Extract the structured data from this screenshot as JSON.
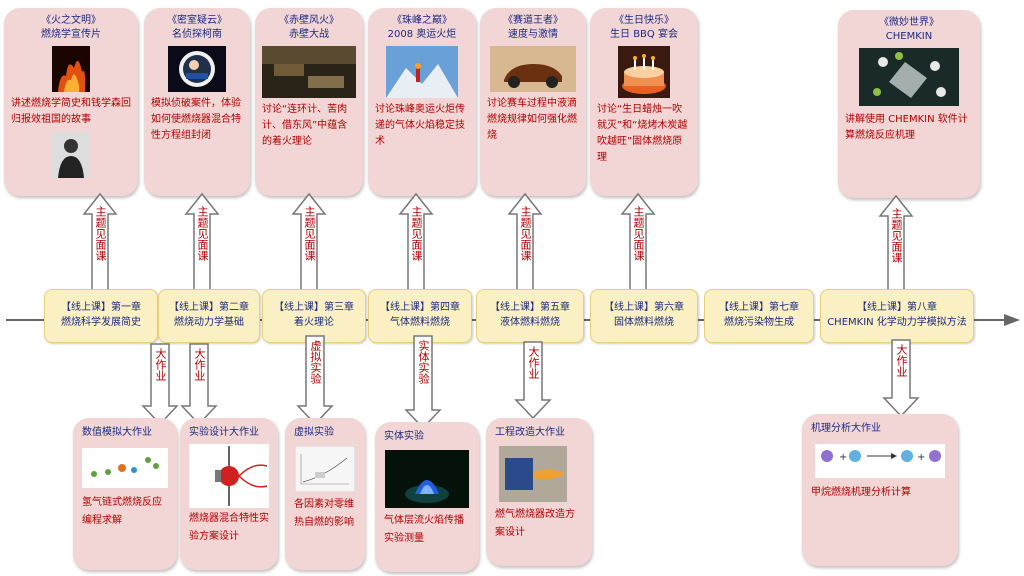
{
  "top_boxes": [
    {
      "title": "《火之文明》",
      "subtitle": "燃烧学宣传片",
      "desc": "讲述燃烧学简史和钱学森回归报效祖国的故事",
      "thumb": "fire-image"
    },
    {
      "title": "《密室疑云》",
      "subtitle": "名侦探柯南",
      "desc": "模拟侦破案件，体验如何使燃烧器混合特性方程组封闭",
      "thumb": "detective-image"
    },
    {
      "title": "《赤壁风火》",
      "subtitle": "赤壁大战",
      "desc": "讨论“连环计、苦肉计、借东风”中蕴含的着火理论",
      "thumb": "battle-image"
    },
    {
      "title": "《珠峰之巅》",
      "subtitle": "2008 奥运火炬",
      "desc": "讨论珠峰奥运火炬传递的气体火焰稳定技术",
      "thumb": "torch-image"
    },
    {
      "title": "《赛道王者》",
      "subtitle": "速度与激情",
      "desc": "讨论赛车过程中液滴燃烧规律如何强化燃烧",
      "thumb": "racecar-image"
    },
    {
      "title": "《生日快乐》",
      "subtitle": "生日 BBQ 宴会",
      "desc": "讨论“生日蜡烛一吹就灭”和“烧烤木炭越吹越旺”固体燃烧原理",
      "thumb": "cake-image"
    },
    {
      "title": "《微妙世界》",
      "subtitle": "CHEMKIN",
      "desc": "讲解使用 CHEMKIN 软件计算燃烧反应机理",
      "thumb": "molecule-image"
    }
  ],
  "up_arrow_label": "主题见面课",
  "down_arrow_label": "大作业",
  "virtual_arrow_label": "虚拟实验",
  "real_arrow_label": "实体实验",
  "chapters": [
    {
      "line1": "【线上课】第一章",
      "line2": "燃烧科学发展简史"
    },
    {
      "line1": "【线上课】第二章",
      "line2": "燃烧动力学基础"
    },
    {
      "line1": "【线上课】第三章",
      "line2": "着火理论"
    },
    {
      "line1": "【线上课】第四章",
      "line2": "气体燃料燃烧"
    },
    {
      "line1": "【线上课】第五章",
      "line2": "液体燃料燃烧"
    },
    {
      "line1": "【线上课】第六章",
      "line2": "固体燃料燃烧"
    },
    {
      "line1": "【线上课】第七章",
      "line2": "燃烧污染物生成"
    },
    {
      "line1": "【线上课】第八章",
      "line2": "CHEMKIN 化学动力学模拟方法"
    }
  ],
  "bottom_boxes": [
    {
      "title": "数值模拟大作业",
      "desc": "氢气链式燃烧反应编程求解"
    },
    {
      "title": "实验设计大作业",
      "desc": "燃烧器混合特性实验方案设计"
    },
    {
      "title": "虚拟实验",
      "desc": "各因素对零维热自燃的影响"
    },
    {
      "title": "实体实验",
      "desc": "气体层流火焰传播实验测量"
    },
    {
      "title": "工程改造大作业",
      "desc": "燃气燃烧器改造方案设计"
    },
    {
      "title": "机理分析大作业",
      "desc": "甲烷燃烧机理分析计算"
    }
  ],
  "colors": {
    "box_bg": "#f2d6d6",
    "chapter_bg": "#fbf0c4",
    "title_text": "#1a2a80",
    "desc_text": "#b00000"
  }
}
